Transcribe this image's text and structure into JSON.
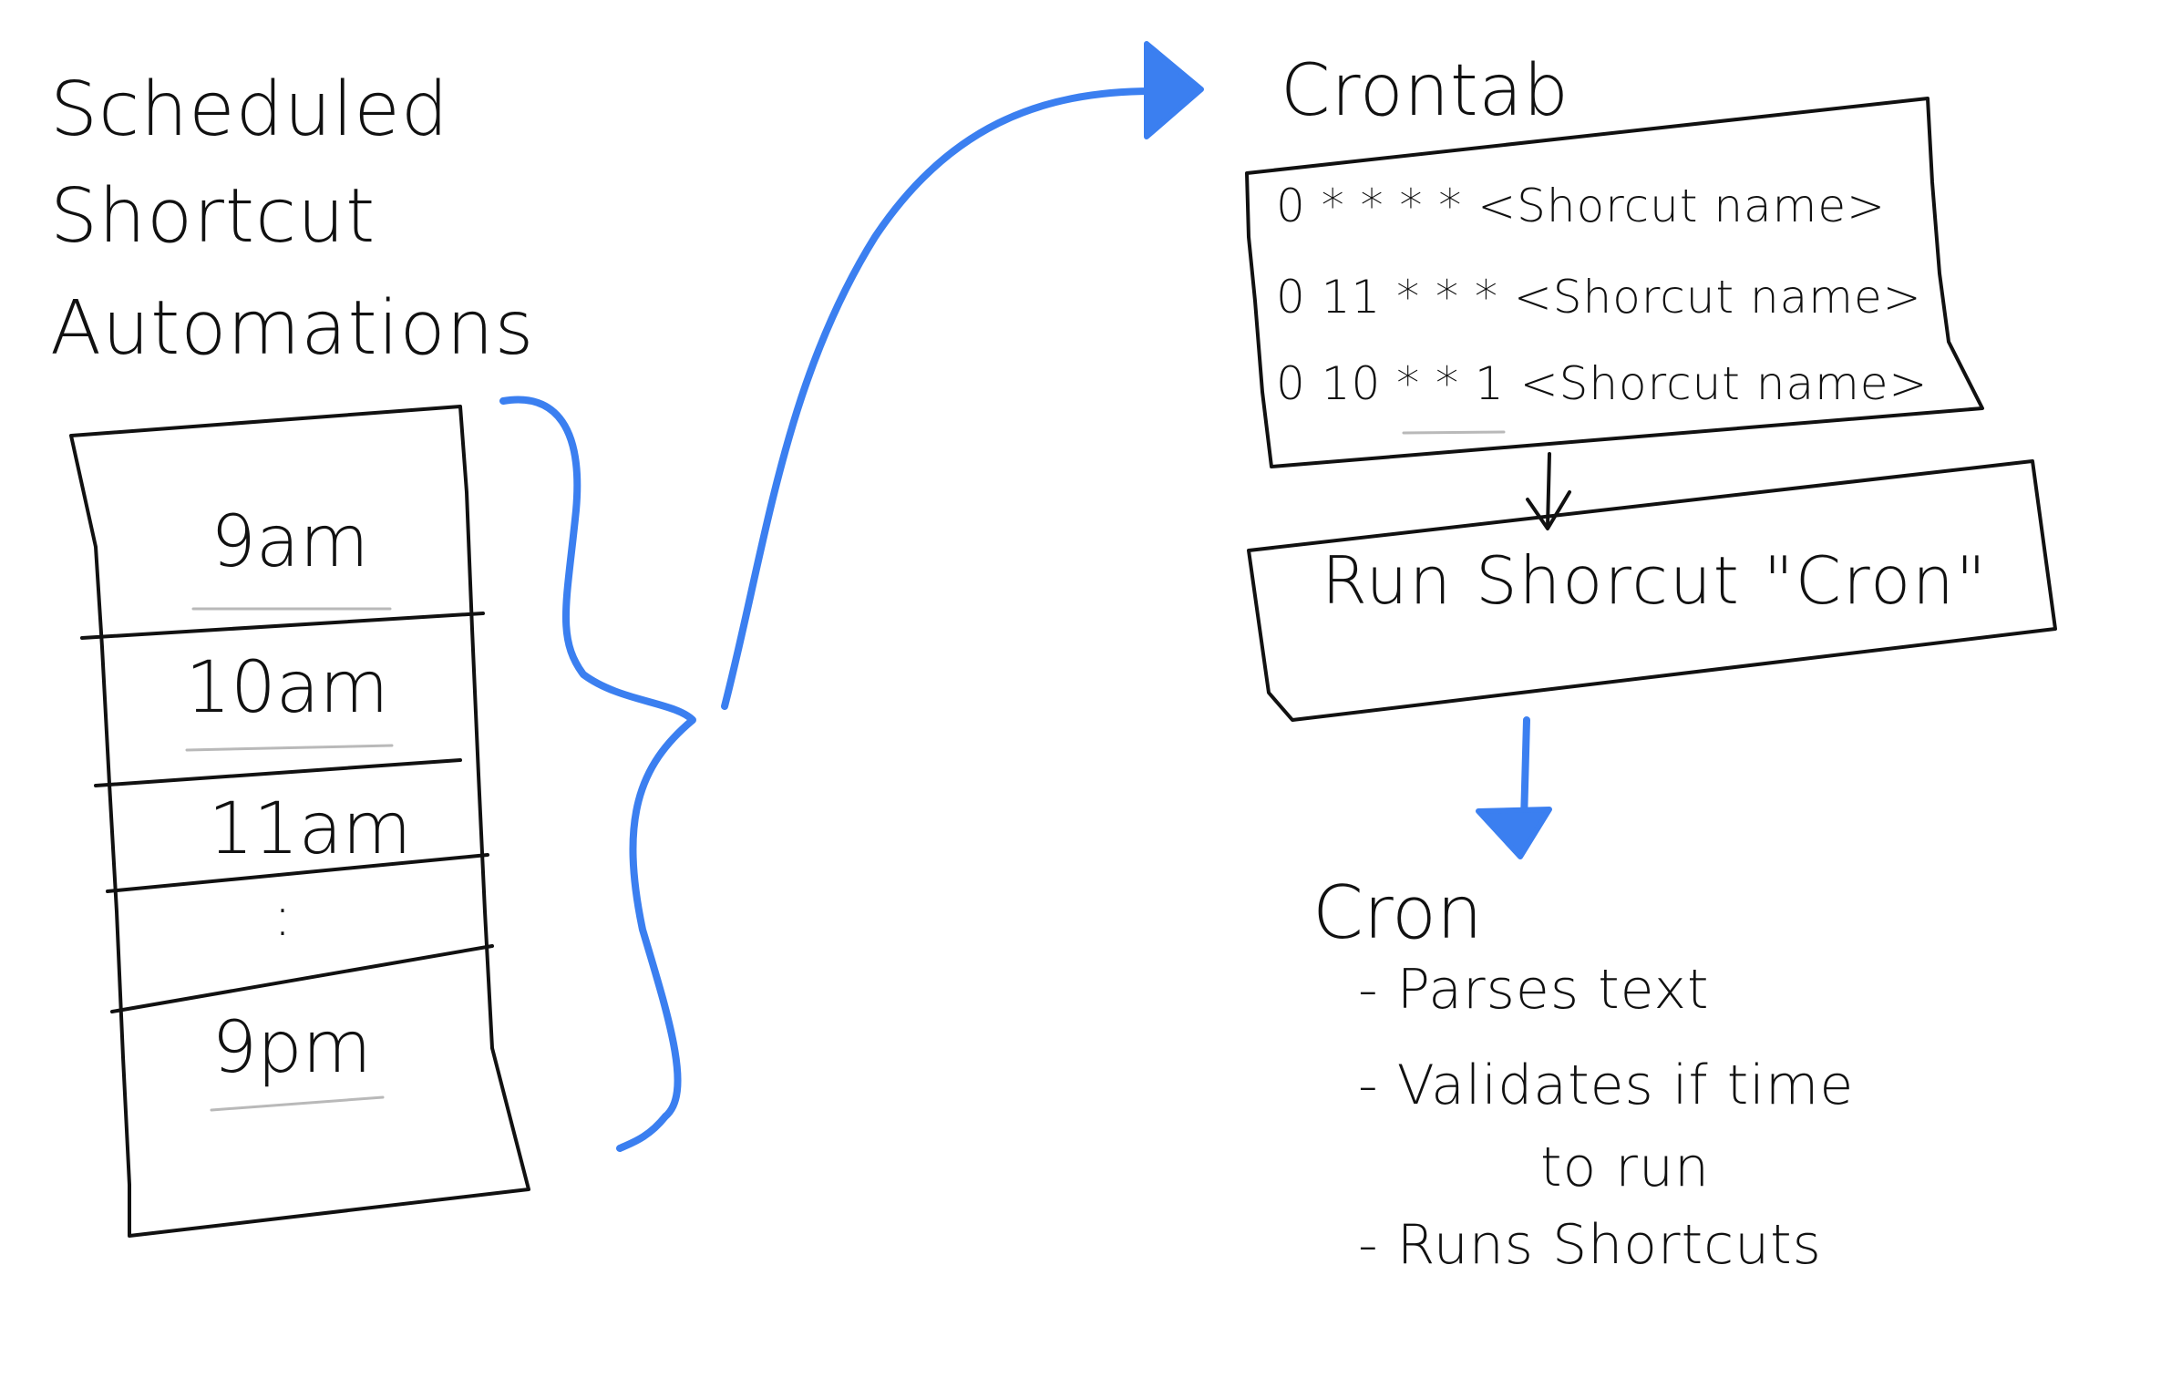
{
  "left_panel": {
    "title_lines": [
      "Scheduled",
      "Shortcut",
      "Automations"
    ],
    "slots": [
      "9am",
      "10am",
      "11am",
      ":",
      "9pm"
    ]
  },
  "crontab": {
    "title": "Crontab",
    "lines": [
      "0 * * * * <Shorcut name>",
      "0 11 * * * <Shorcut name>",
      "0 10 * * 1 <Shorcut name>"
    ]
  },
  "run_box": {
    "label": "Run Shorcut \"Cron\""
  },
  "cron_section": {
    "title": "Cron",
    "bullets": [
      "- Parses text",
      "- Validates if time",
      "to run",
      "- Runs Shortcuts"
    ]
  },
  "colors": {
    "ink": "#111111",
    "accent_blue": "#3b7ff0",
    "underline_gray": "#b9b9b9"
  }
}
